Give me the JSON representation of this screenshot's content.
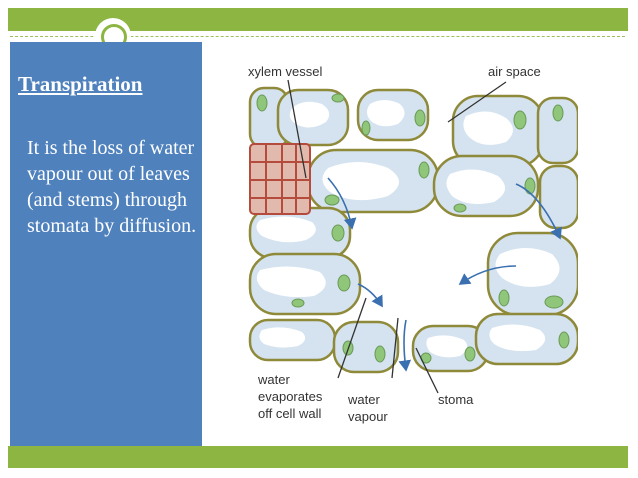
{
  "slide": {
    "title": "Transpiration",
    "body": "It is the loss of water vapour out of leaves (and stems) through stomata by diffusion."
  },
  "theme": {
    "accent_green": "#8db542",
    "panel_blue": "#4f81bd",
    "cell_outline": "#8f8a3a",
    "cell_fill": "#d4e3ef",
    "chloroplast_green": "#8fc67a",
    "xylem_red": "#b54b3c",
    "arrow_blue": "#3a6fb0"
  },
  "diagram": {
    "labels": {
      "xylem": "xylem vessel",
      "air_space": "air space",
      "water_evaporates": [
        "water",
        "evaporates",
        "off cell wall"
      ],
      "water_vapour": [
        "water",
        "vapour"
      ],
      "stoma": "stoma"
    }
  }
}
